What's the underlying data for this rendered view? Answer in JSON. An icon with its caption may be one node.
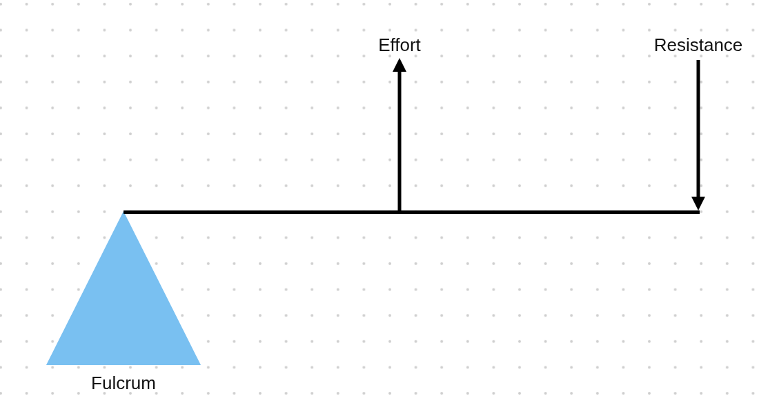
{
  "diagram": {
    "nodes": [
      {
        "text": [],
        "shape": "triangle",
        "beside": [
          "Fulcrum"
        ]
      }
    ],
    "labels": [
      "Effort",
      "Resistance"
    ]
  }
}
